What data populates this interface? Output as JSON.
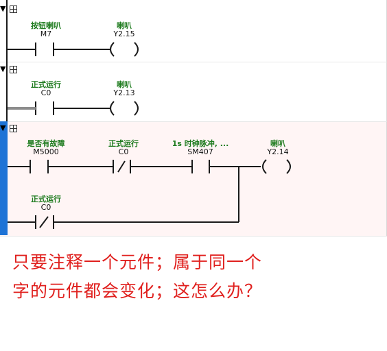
{
  "networks": [
    {
      "contact": {
        "comment": "按钮喇叭",
        "address": "M7"
      },
      "coil": {
        "comment": "喇叭",
        "address": "Y2.15"
      }
    },
    {
      "contact": {
        "comment": "正式运行",
        "address": "C0"
      },
      "coil": {
        "comment": "喇叭",
        "address": "Y2.13"
      }
    },
    {
      "contact1": {
        "comment": "是否有故障",
        "address": "M5000"
      },
      "contact2": {
        "comment": "正式运行",
        "address": "C0"
      },
      "contact3": {
        "comment": "1s 时钟脉冲, ...",
        "address": "SM407"
      },
      "coil": {
        "comment": "喇叭",
        "address": "Y2.14"
      },
      "branch_contact": {
        "comment": "正式运行",
        "address": "C0"
      }
    }
  ],
  "caption": {
    "line1": "只要注释一个元件；属于同一个",
    "line2": "字的元件都会变化；这怎么办？"
  },
  "colors": {
    "selected_rail": "#1e73d6",
    "highlight_bg": "#fff5f5",
    "comment_text": "#1e7b1e",
    "caption_text": "#e0201e"
  },
  "icons": [
    "collapse-triangle-icon",
    "expand-box-icon"
  ]
}
